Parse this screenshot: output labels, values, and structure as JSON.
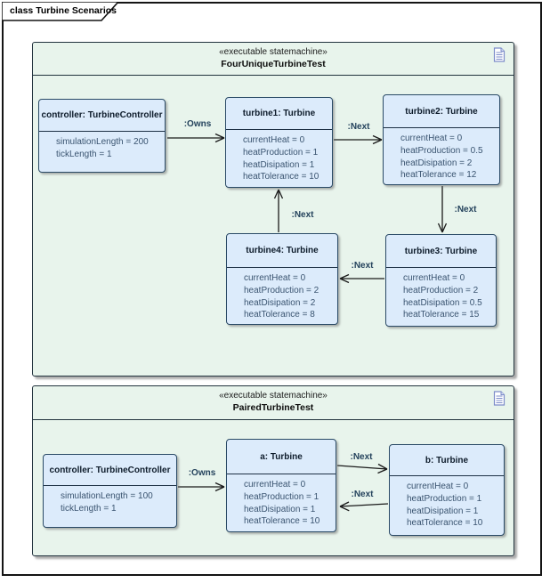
{
  "frame": {
    "title": "class Turbine Scenarios"
  },
  "colors": {
    "container_fill": "#e8f4ec",
    "container_border": "#22333e",
    "object_fill": "#dcebfb",
    "object_border": "#2a4a66",
    "attribute_text": "#3a5470",
    "connector_label_text": "#24425c",
    "document_icon": "#7d8cc9"
  },
  "icons": {
    "document": "document-icon"
  },
  "containers": [
    {
      "stereotype": "«executable statemachine»",
      "name": "FourUniqueTurbineTest",
      "objects": [
        {
          "title": "controller: TurbineController",
          "attributes": [
            "simulationLength = 200",
            "tickLength = 1"
          ]
        },
        {
          "title": "turbine1: Turbine",
          "attributes": [
            "currentHeat = 0",
            "heatProduction = 1",
            "heatDisipation = 1",
            "heatTolerance = 10"
          ]
        },
        {
          "title": "turbine2: Turbine",
          "attributes": [
            "currentHeat = 0",
            "heatProduction = 0.5",
            "heatDisipation = 2",
            "heatTolerance = 12"
          ]
        },
        {
          "title": "turbine3: Turbine",
          "attributes": [
            "currentHeat = 0",
            "heatProduction = 2",
            "heatDisipation = 0.5",
            "heatTolerance = 15"
          ]
        },
        {
          "title": "turbine4: Turbine",
          "attributes": [
            "currentHeat = 0",
            "heatProduction = 2",
            "heatDisipation = 2",
            "heatTolerance = 8"
          ]
        }
      ]
    },
    {
      "stereotype": "«executable statemachine»",
      "name": "PairedTurbineTest",
      "objects": [
        {
          "title": "controller: TurbineController",
          "attributes": [
            "simulationLength = 100",
            "tickLength = 1"
          ]
        },
        {
          "title": "a: Turbine",
          "attributes": [
            "currentHeat = 0",
            "heatProduction = 1",
            "heatDisipation = 1",
            "heatTolerance = 10"
          ]
        },
        {
          "title": "b: Turbine",
          "attributes": [
            "currentHeat = 0",
            "heatProduction = 1",
            "heatDisipation = 1",
            "heatTolerance = 10"
          ]
        }
      ]
    }
  ],
  "connectors": [
    {
      "label": ":Owns"
    },
    {
      "label": ":Next"
    },
    {
      "label": ":Next"
    },
    {
      "label": ":Next"
    },
    {
      "label": ":Next"
    },
    {
      "label": ":Owns"
    },
    {
      "label": ":Next"
    },
    {
      "label": ":Next"
    }
  ]
}
